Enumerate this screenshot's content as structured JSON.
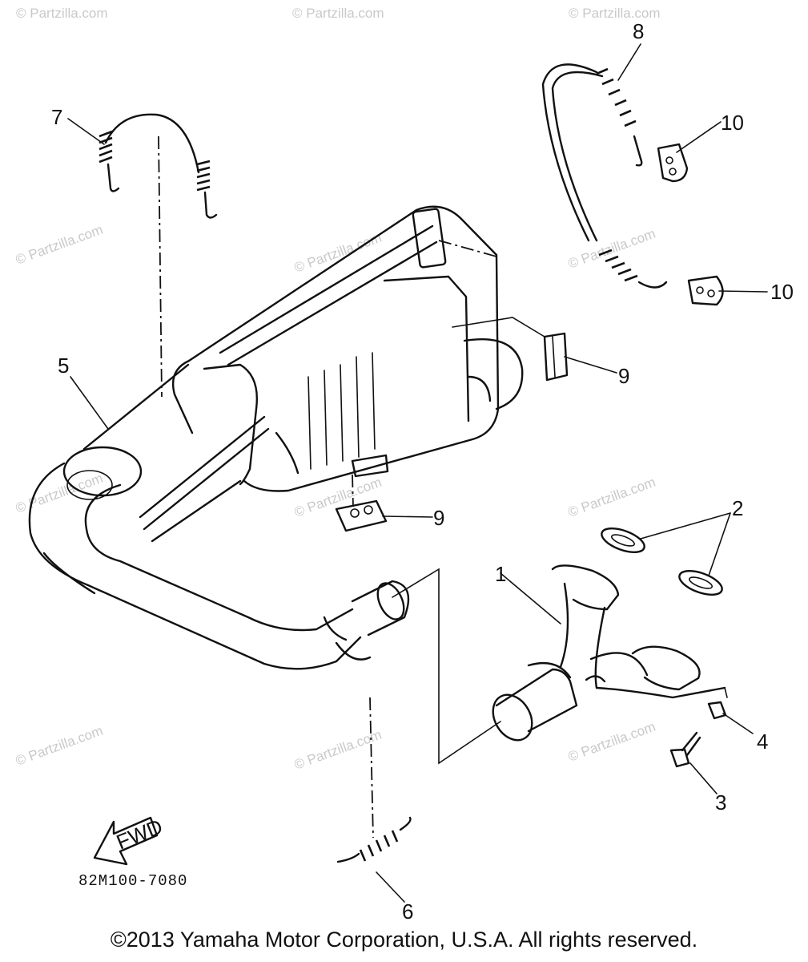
{
  "watermark": "© Partzilla.com",
  "callouts": [
    "1",
    "2",
    "3",
    "4",
    "5",
    "6",
    "7",
    "8",
    "9",
    "9",
    "10",
    "10"
  ],
  "fwd_label": "FWD",
  "drawing_number": "82M100-7080",
  "copyright": "©2013 Yamaha Motor Corporation, U.S.A. All rights reserved."
}
